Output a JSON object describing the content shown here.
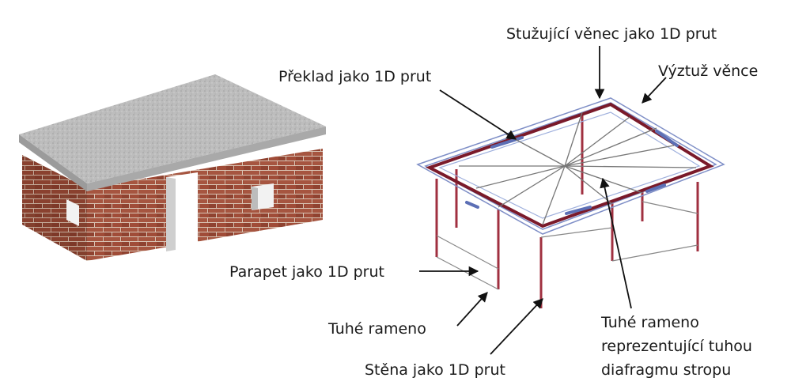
{
  "labels": {
    "stuzujici": "Stužující věnec jako 1D prut",
    "preklad": "Překlad jako 1D prut",
    "vyztuz": "Výztuž věnce",
    "parapet": "Parapet jako 1D prut",
    "tuhe": "Tuhé rameno",
    "stena": "Stěna jako 1D prut",
    "tuhe_line1": "Tuhé rameno",
    "tuhe_line2": "reprezentující tuhou",
    "tuhe_line3": "diafragmu stropu"
  },
  "colors": {
    "brick": "#9a4a36",
    "mortar": "#d9c4b4",
    "slab": "#b9b9b9",
    "beam": "#7a1a2a",
    "frame_blue": "#7f8fc7",
    "column": "#a03040",
    "arrow": "#111111"
  }
}
